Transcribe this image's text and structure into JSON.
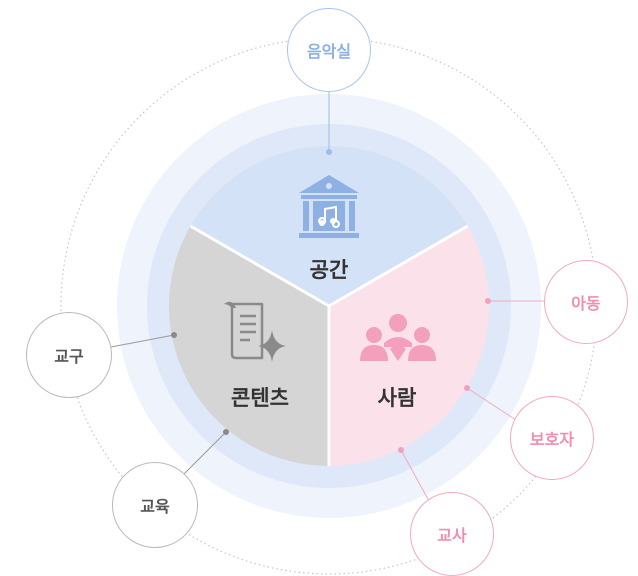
{
  "segments": {
    "space": "공간",
    "contents": "콘텐츠",
    "people": "사람"
  },
  "callouts": {
    "music_room": "음악실",
    "child": "아동",
    "guardian": "보호자",
    "teacher": "교사",
    "teaching_tools": "교구",
    "education": "교육"
  },
  "colors": {
    "space_segment": "#d3e2f7",
    "contents_segment": "#d5d5d5",
    "people_segment": "#fbe1e9",
    "blue_accent": "#8fb0e3",
    "pink_accent": "#f2a0bb",
    "gray_accent": "#8a8a8a"
  },
  "icons": {
    "space": "music-building-icon",
    "contents": "scroll-document-sparkle-icon",
    "people": "group-people-icon"
  }
}
